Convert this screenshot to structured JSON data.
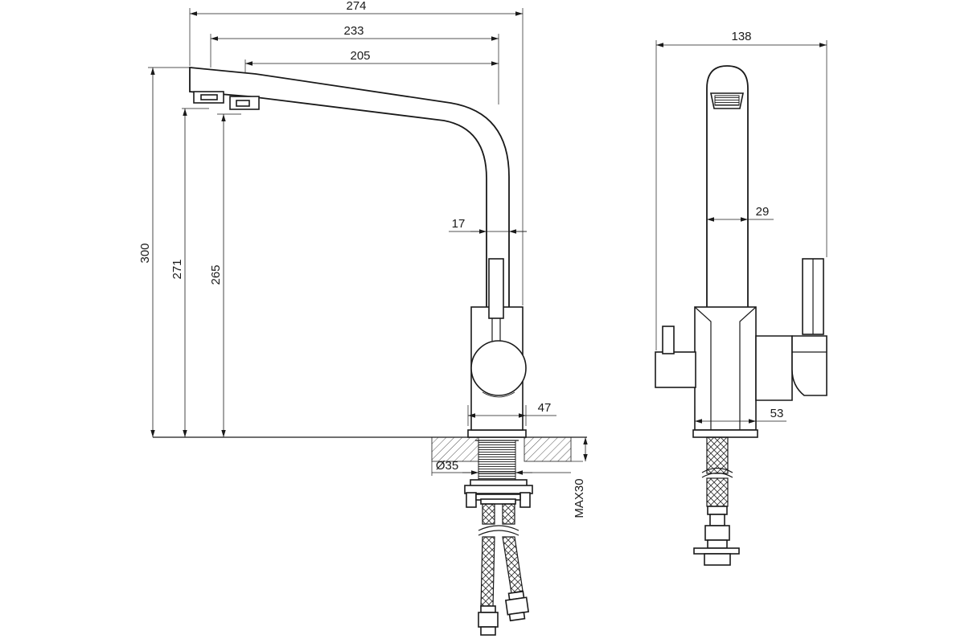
{
  "dimensions": {
    "spout_reach_total": "274",
    "spout_reach_mid": "233",
    "spout_reach_inner": "205",
    "spout_tube_width": "17",
    "body_width": "47",
    "total_height": "300",
    "outlet_height_1": "271",
    "outlet_height_2": "265",
    "mount_hole_diameter": "Ø35",
    "max_countertop_thickness": "MAX30",
    "side_depth": "138",
    "side_tube_width": "29",
    "side_base_width": "53"
  },
  "colors": {
    "line": "#1a1a1a",
    "background": "#ffffff"
  }
}
